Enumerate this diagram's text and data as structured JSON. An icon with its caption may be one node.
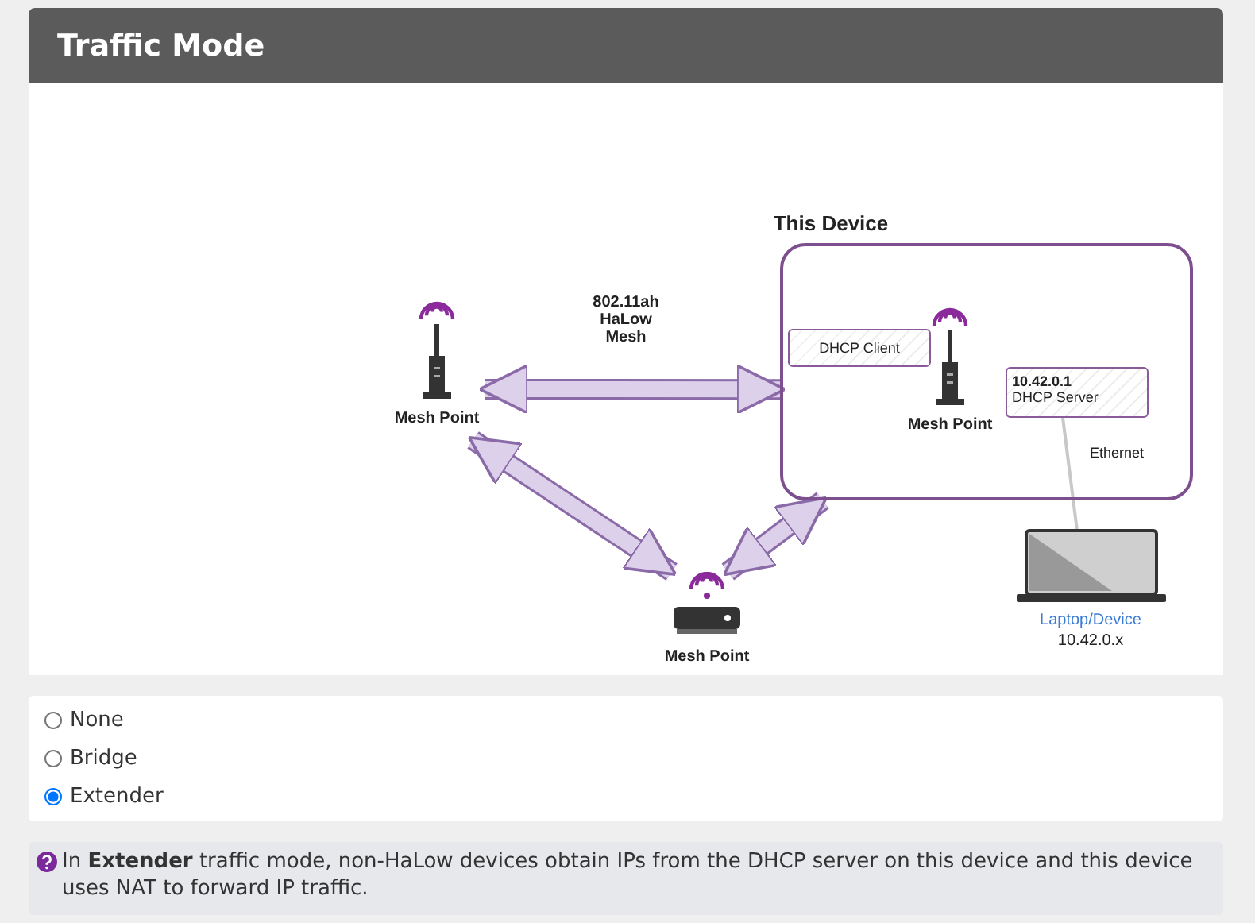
{
  "diagram": {
    "title": "Traffic Mode",
    "nodes": [
      {
        "text": [
          "This Device"
        ]
      },
      {
        "text": [
          "Mesh Point"
        ]
      },
      {
        "text": [
          "Mesh Point"
        ]
      },
      {
        "text": [
          "DHCP Client"
        ],
        "in": 0
      },
      {
        "text": [
          "Mesh Point"
        ],
        "in": 0
      },
      {
        "text": [
          "10.42.0.1",
          "DHCP Server"
        ],
        "in": 0
      },
      {
        "text": [
          "Laptop/Device",
          "10.42.0.x"
        ]
      }
    ],
    "edges": [
      {
        "from": 1,
        "to": 0,
        "arrow": "both",
        "label": "802.11ah HaLow Mesh"
      },
      {
        "from": 1,
        "to": 2,
        "arrow": "both"
      },
      {
        "from": 2,
        "to": 0,
        "arrow": "both"
      },
      {
        "from": 5,
        "to": 6,
        "arrow": "none",
        "label": "Ethernet",
        "color": "#c8c8c8"
      }
    ],
    "labels": [
      "None",
      "Bridge",
      "Extender",
      "In **Extender** traffic mode, non-HaLow devices obtain IPs from the DHCP server on this device and this device uses NAT to forward IP traffic."
    ]
  }
}
